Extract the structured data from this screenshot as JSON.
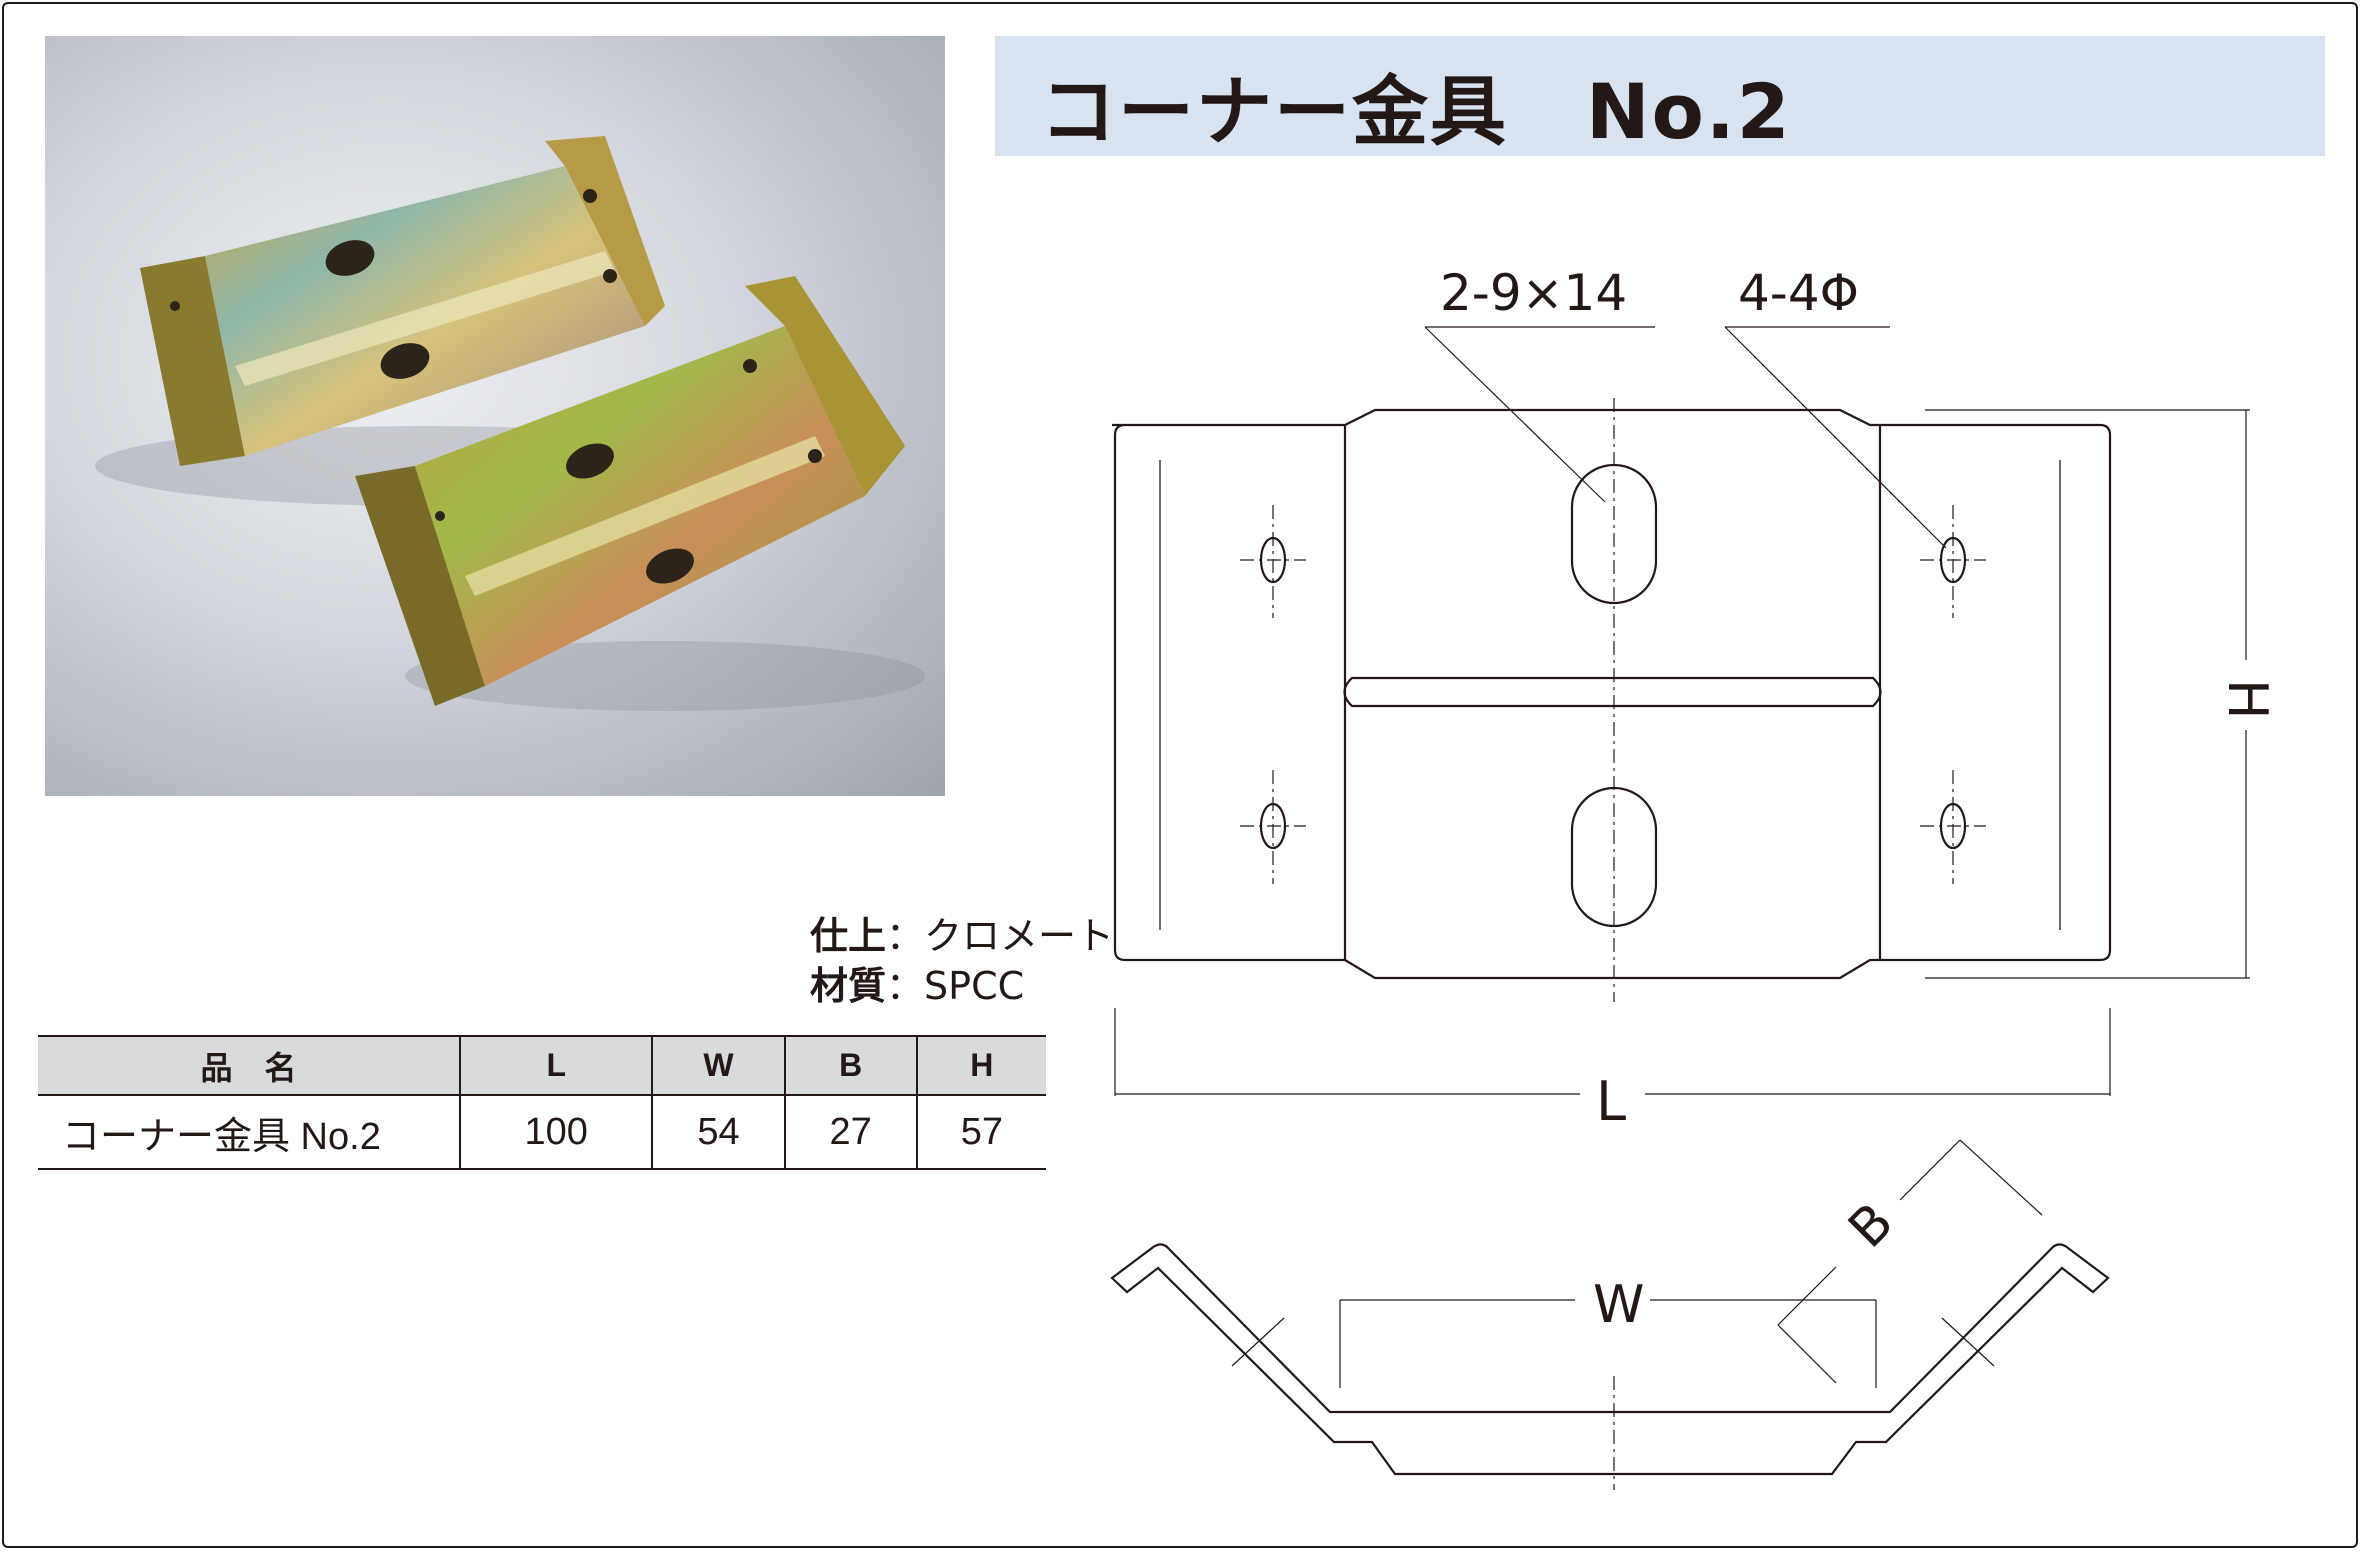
{
  "title": "コーナー金具　No.2",
  "finish": {
    "label": "仕上",
    "value": "クロメート"
  },
  "material": {
    "label": "材質",
    "value": "SPCC"
  },
  "table": {
    "headers": [
      "品　名",
      "L",
      "W",
      "B",
      "H"
    ],
    "rows": [
      [
        "コーナー金具  No.2",
        "100",
        "54",
        "27",
        "57"
      ]
    ]
  },
  "drawing": {
    "callout_slots": "2-9×14",
    "callout_holes": "4-4Φ",
    "dim_L": "L",
    "dim_H": "H",
    "dim_W": "W",
    "dim_B": "B"
  },
  "colors": {
    "title_band": "#d7e3f1",
    "table_header": "#d9dadb",
    "line": "#231815"
  }
}
